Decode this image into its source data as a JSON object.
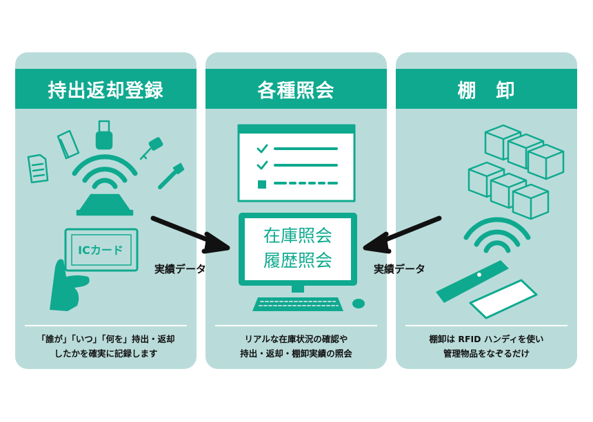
{
  "panels": [
    {
      "title": "持出返却登録",
      "card_text": "ICカード",
      "caption_lines": [
        "「誰が」「いつ」「何を」持出・返却",
        "したかを確実に記録します"
      ]
    },
    {
      "title": "各種照会",
      "screen_lines": [
        "在庫照会",
        "履歴照会"
      ],
      "caption_lines": [
        "リアルな在庫状況の確認や",
        "持出・返却・棚卸実績の照会"
      ]
    },
    {
      "title": "棚　卸",
      "caption_lines": [
        "棚卸は RFID ハンディを使い",
        "管理物品をなぞるだけ"
      ]
    }
  ],
  "flows": {
    "left_label": "実績データ",
    "right_label": "実績データ"
  },
  "colors": {
    "panel_bg": "#b9dcda",
    "header_bg": "#0fa98f",
    "icon_green": "#0fa98f",
    "arrow": "#111111"
  }
}
